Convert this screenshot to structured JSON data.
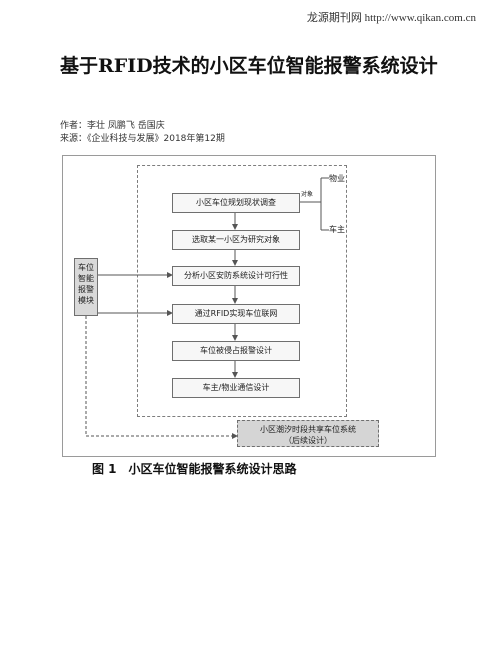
{
  "header": {
    "site": "龙源期刊网 http://www.qikan.com.cn"
  },
  "article": {
    "title": "基于RFID技术的小区车位智能报警系统设计",
    "authors": "作者：李壮 凤鹏飞 岳国庆",
    "source": "来源：《企业科技与发展》2018年第12期"
  },
  "figure": {
    "steps": [
      "小区车位规划现状调查",
      "选取某一小区为研究对象",
      "分析小区安防系统设计可行性",
      "通过RFID实现车位联网",
      "车位被侵占报警设计",
      "车主/物业通信设计"
    ],
    "object_label": "对象",
    "side_labels": [
      "物业",
      "车主"
    ],
    "module": {
      "lines": [
        "车位",
        "智能",
        "报警",
        "模块"
      ]
    },
    "future": {
      "line1": "小区潮汐时段共享车位系统",
      "line2": "（后续设计）"
    },
    "caption": "图 1　小区车位智能报警系统设计思路",
    "colors": {
      "module_fill": "#d9d9d9",
      "future_fill": "#d5d5d5",
      "border": "#6f6f6f"
    }
  }
}
